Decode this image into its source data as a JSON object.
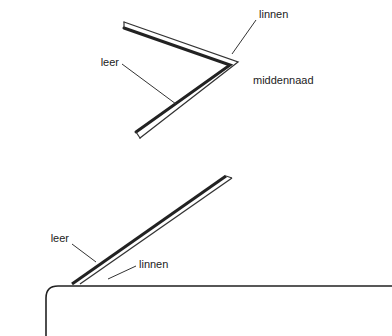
{
  "diagram": {
    "labels": [
      "linnen",
      "leer",
      "middennaad",
      "leer",
      "linnen"
    ]
  }
}
